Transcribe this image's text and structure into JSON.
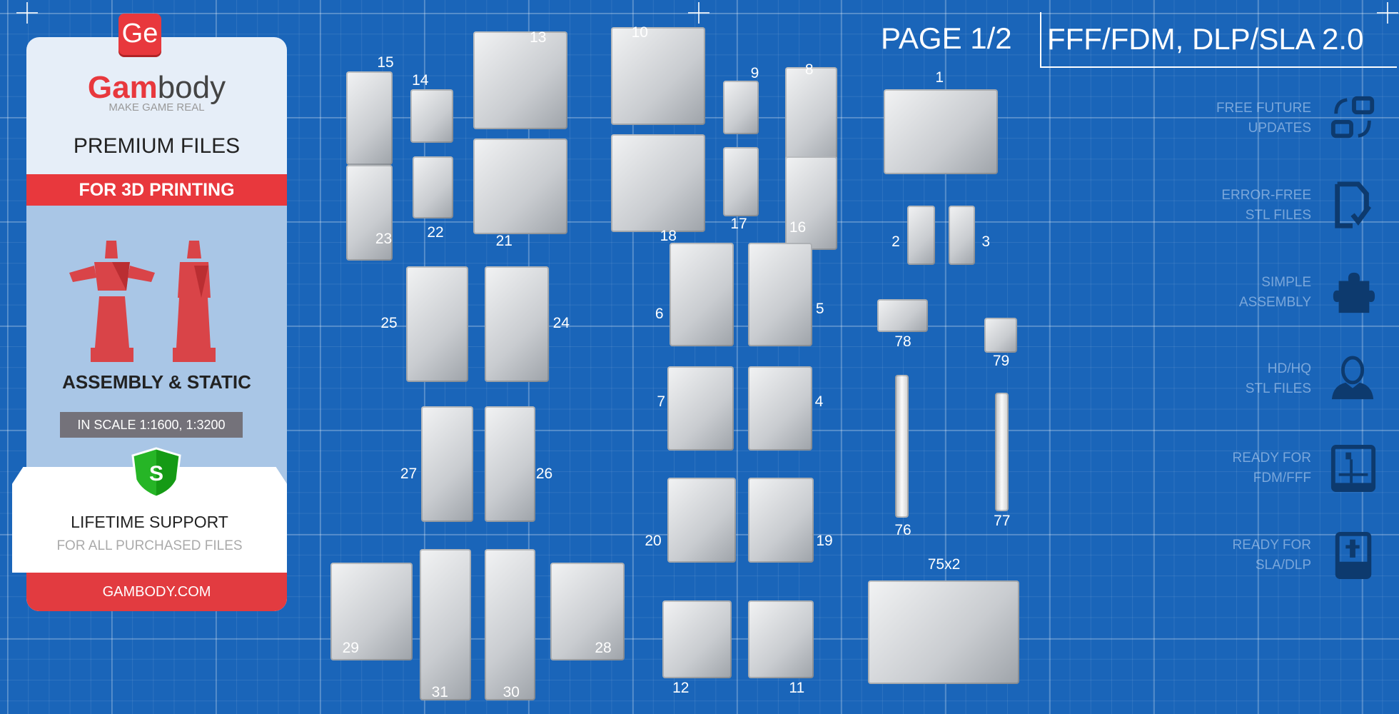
{
  "brand": {
    "logo_mark": "Ge",
    "name_red": "Gam",
    "name_dark": "body",
    "tagline": "MAKE GAME REAL"
  },
  "card": {
    "premium": "PREMIUM FILES",
    "band": "FOR 3D PRINTING",
    "assembly": "ASSEMBLY & STATIC",
    "scale": "IN SCALE 1:1600, 1:3200",
    "shield_letter": "S",
    "support_title": "LIFETIME SUPPORT",
    "support_sub": "FOR ALL PURCHASED FILES",
    "site": "GAMBODY.COM"
  },
  "header": {
    "page": "PAGE 1/2",
    "formats": "FFF/FDM, DLP/SLA 2.0"
  },
  "features": [
    {
      "line1": "FREE FUTURE",
      "line2": "UPDATES",
      "icon": "updates-icon"
    },
    {
      "line1": "ERROR-FREE",
      "line2": "STL FILES",
      "icon": "file-check-icon"
    },
    {
      "line1": "SIMPLE",
      "line2": "ASSEMBLY",
      "icon": "puzzle-icon"
    },
    {
      "line1": "HD/HQ",
      "line2": "STL FILES",
      "icon": "bust-icon"
    },
    {
      "line1": "READY FOR",
      "line2": "FDM/FFF",
      "icon": "fdm-printer-icon"
    },
    {
      "line1": "READY FOR",
      "line2": "SLA/DLP",
      "icon": "sla-printer-icon"
    }
  ],
  "parts": [
    "15",
    "14",
    "13",
    "10",
    "9",
    "8",
    "1",
    "23",
    "22",
    "21",
    "18",
    "17",
    "16",
    "2",
    "3",
    "6",
    "5",
    "25",
    "24",
    "78",
    "79",
    "7",
    "4",
    "27",
    "26",
    "76",
    "77",
    "20",
    "19",
    "75x2",
    "29",
    "31",
    "30",
    "28",
    "12",
    "11"
  ],
  "colors": {
    "background": "#1a65b9",
    "accent": "#e8383d",
    "shield": "#1faa1f"
  }
}
